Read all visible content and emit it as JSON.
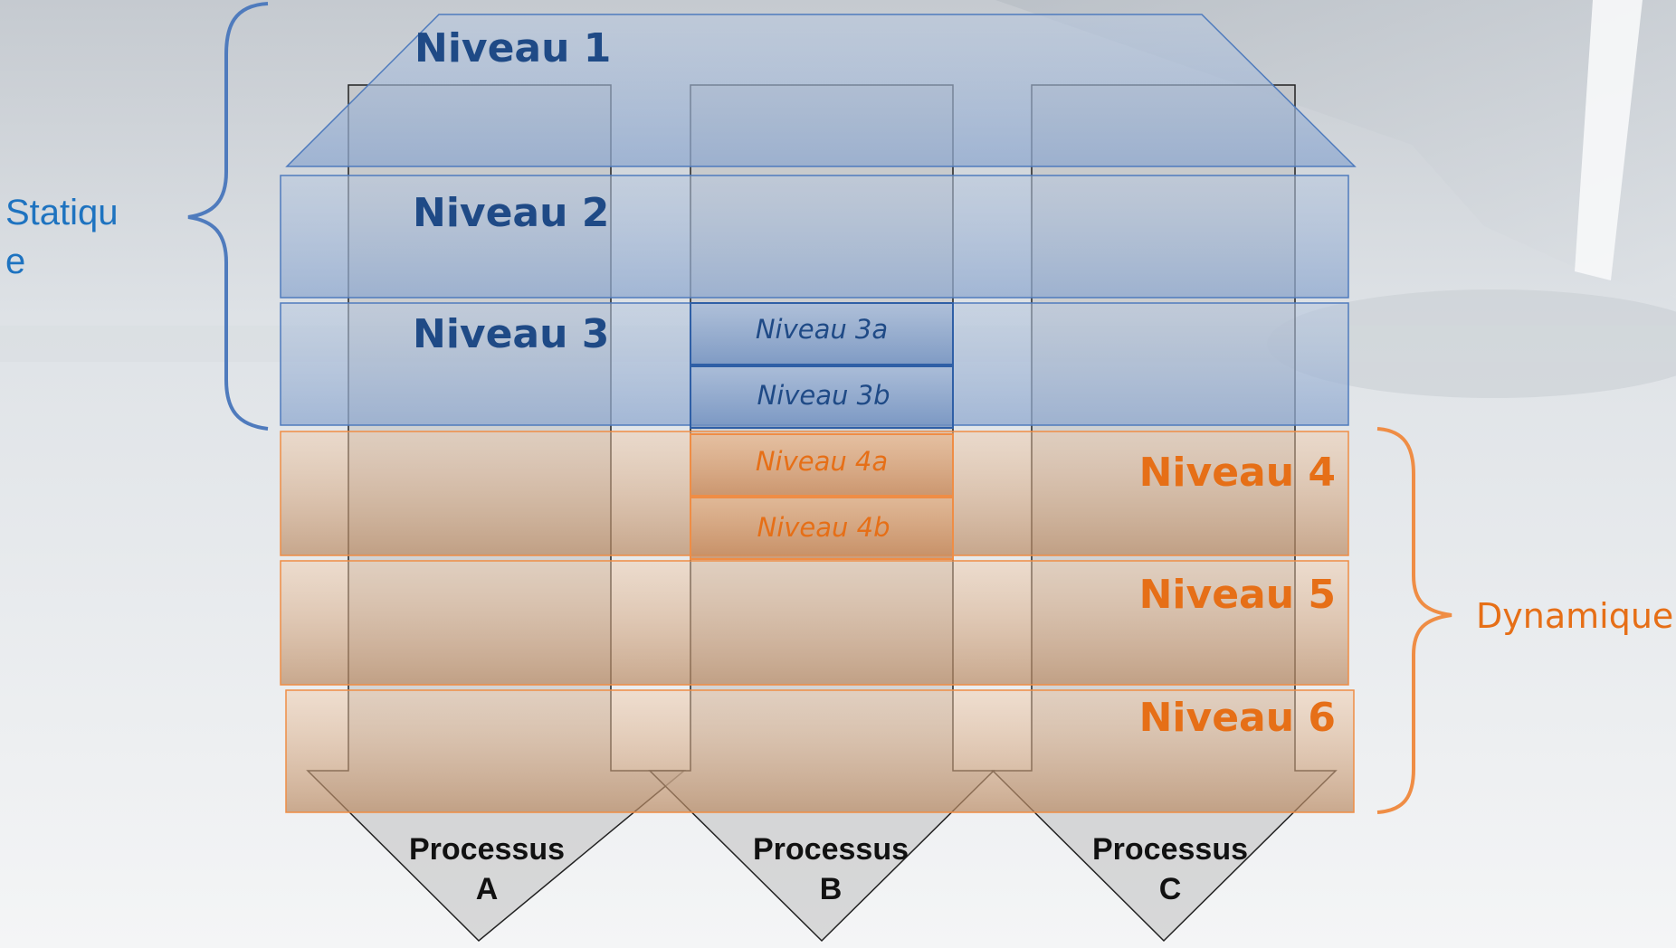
{
  "colors": {
    "static_fill": "#a9bdd9",
    "static_stroke": "#4f7bbd",
    "static_text": "#1f4a86",
    "static_side_text": "#1e73c0",
    "dynamic_fill": "#e7b58e",
    "dynamic_stroke": "#ef8d45",
    "dynamic_text": "#e66f17",
    "arrow_fill": "#bdbdbd",
    "arrow_stroke": "#222222"
  },
  "levels": {
    "n1": "Niveau 1",
    "n2": "Niveau 2",
    "n3": "Niveau 3",
    "n3a": "Niveau 3a",
    "n3b": "Niveau 3b",
    "n4": "Niveau 4",
    "n4a": "Niveau 4a",
    "n4b": "Niveau 4b",
    "n5": "Niveau 5",
    "n6": "Niveau 6"
  },
  "groups": {
    "static_line1": "Statiqu",
    "static_line2": "e",
    "dynamic": "Dynamique"
  },
  "processes": [
    {
      "line1": "Processus",
      "line2": "A"
    },
    {
      "line1": "Processus",
      "line2": "B"
    },
    {
      "line1": "Processus",
      "line2": "C"
    }
  ]
}
